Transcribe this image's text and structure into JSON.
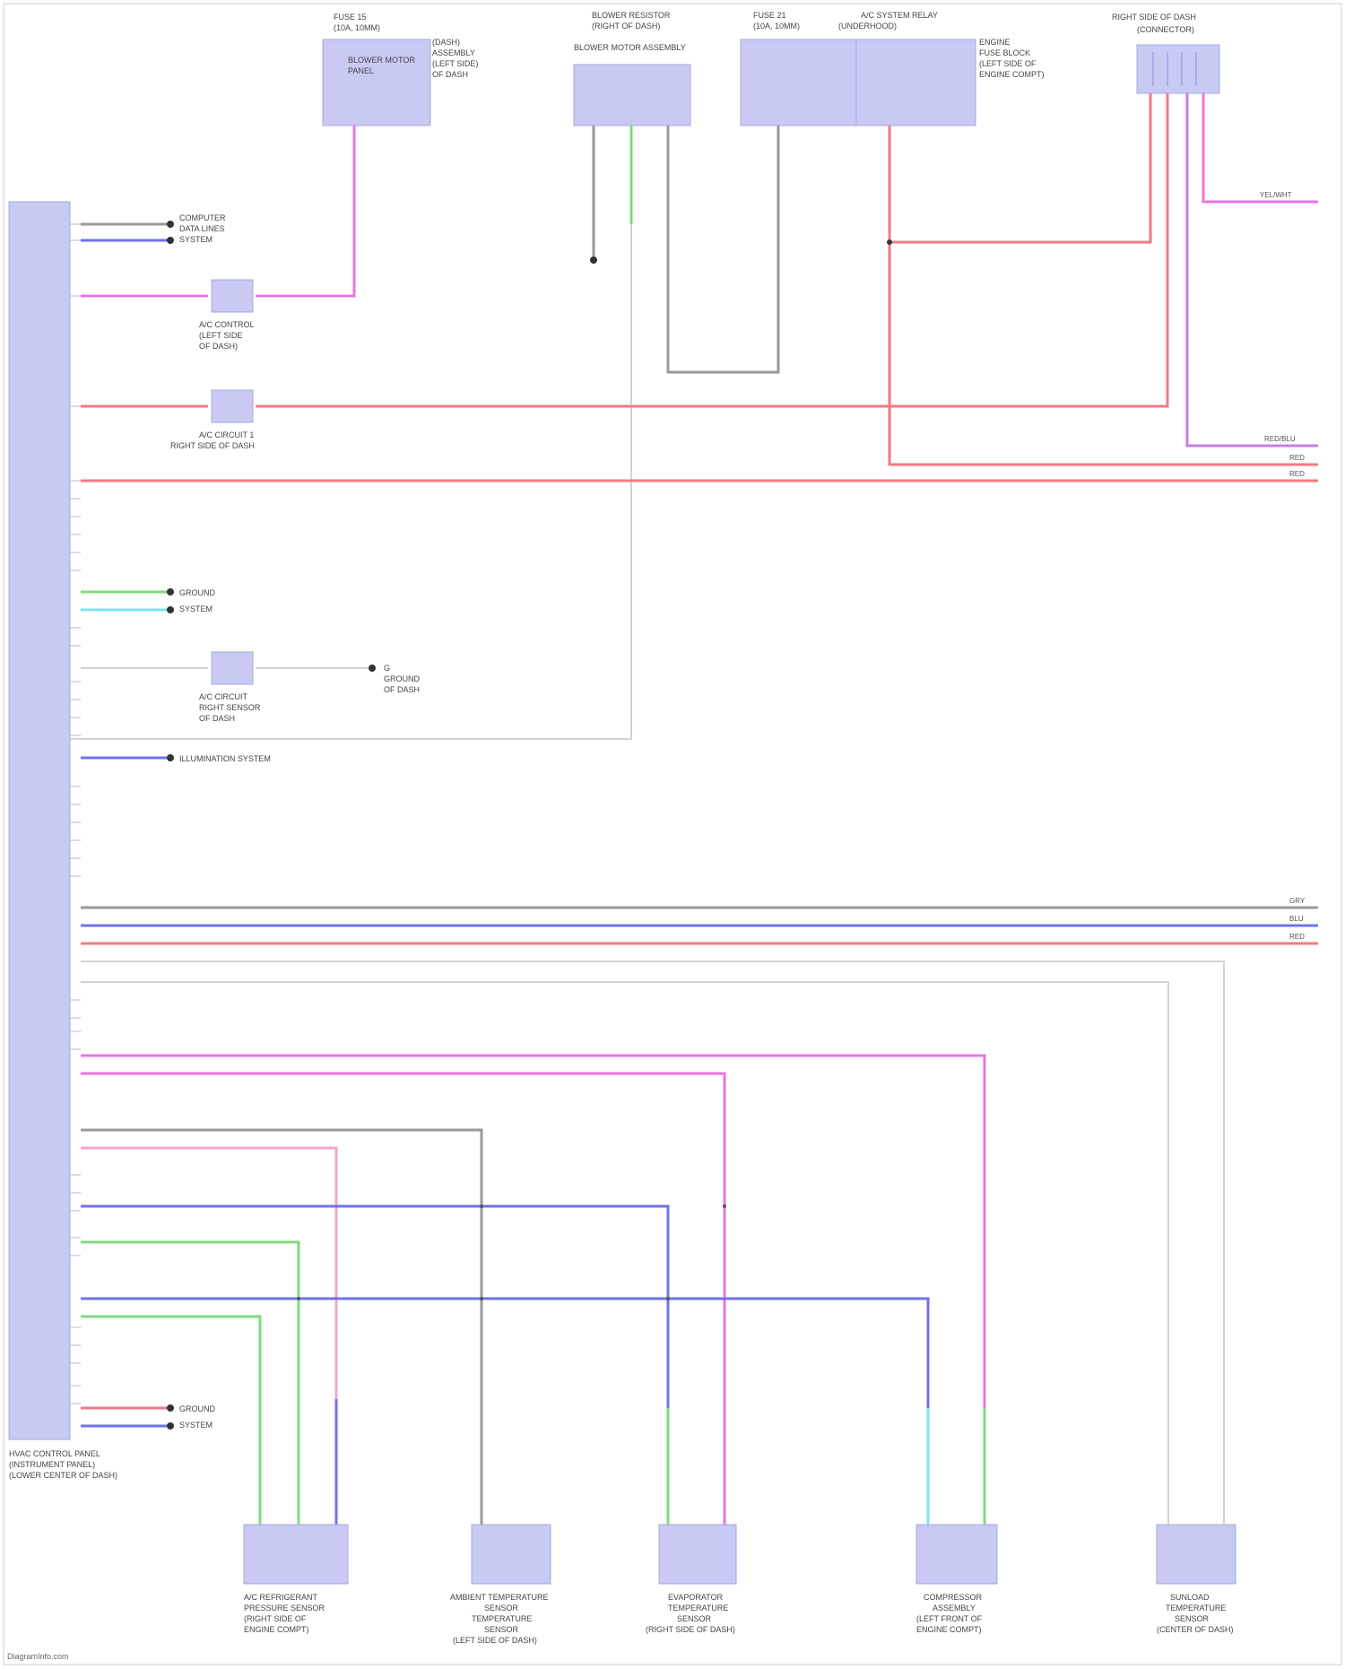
{
  "diagram": {
    "footer_text": "DiagramInfo.com",
    "ecm_label": [
      "HVAC CONTROL PANEL",
      "(INSTRUMENT PANEL)",
      "(LOWER CENTER OF DASH)"
    ],
    "top_components": [
      {
        "id": "fuse-b",
        "lines": [
          "FUSE 15",
          "(10A, 10MM)",
          "BLOWER MOTOR",
          "PANEL"
        ],
        "side": [
          "(DASH)",
          "ASSEMBLY",
          "(LEFT SIDE)",
          "OF DASH"
        ]
      },
      {
        "id": "blower",
        "lines": [
          "BLOWER RESISTOR",
          "(RIGHT OF DASH)",
          "BLOWER MOTOR ASSEMBLY"
        ],
        "side": []
      },
      {
        "id": "fuse-c",
        "lines": [
          "FUSE 21",
          "(10A, 10MM)"
        ],
        "side": []
      },
      {
        "id": "relay",
        "lines": [
          "A/C SYSTEM RELAY",
          "(UNDERHOOD)"
        ],
        "side": [
          "ENGINE",
          "FUSE BLOCK",
          "(LEFT SIDE OF",
          "ENGINE COMPT)"
        ]
      },
      {
        "id": "conn-right",
        "lines": [
          "RIGHT SIDE OF DASH",
          "(CONNECTOR)"
        ],
        "side": []
      }
    ],
    "bottom_components": [
      {
        "id": "pressure-sensor",
        "lines": [
          "A/C REFRIGERANT",
          "PRESSURE SENSOR",
          "(RIGHT SIDE OF",
          "ENGINE COMPT)"
        ]
      },
      {
        "id": "ambient-sensor",
        "lines": [
          "AMBIENT TEMPERATURE",
          "SENSOR",
          "TEMPERATURE",
          "SENSOR",
          "(LEFT SIDE OF DASH)"
        ]
      },
      {
        "id": "evap-sensor",
        "lines": [
          "EVAPORATOR",
          "TEMPERATURE",
          "SENSOR",
          "(RIGHT SIDE OF DASH)"
        ]
      },
      {
        "id": "compressor",
        "lines": [
          "COMPRESSOR",
          "ASSEMBLY",
          "(LEFT FRONT OF",
          "ENGINE COMPT)"
        ]
      },
      {
        "id": "sunload-sensor",
        "lines": [
          "SUNLOAD",
          "TEMPERATURE",
          "SENSOR",
          "(CENTER OF DASH)"
        ]
      }
    ],
    "side_connections": [
      {
        "id": "data-link",
        "lines": [
          "COMPUTER",
          "DATA LINES",
          "SYSTEM"
        ]
      },
      {
        "id": "ground-a",
        "lines": [
          "GROUND",
          "SYSTEM"
        ]
      },
      {
        "id": "ground-b",
        "lines": [
          "G",
          "GROUND",
          "OF DASH"
        ]
      },
      {
        "id": "illum",
        "lines": [
          "ILLUMINATION SYSTEM"
        ]
      },
      {
        "id": "ground-c",
        "lines": [
          "GROUND",
          "SYSTEM"
        ]
      }
    ],
    "inline_connectors": [
      {
        "id": "c1",
        "lines": [
          "A/C CONTROL",
          "(LEFT SIDE",
          "OF DASH)"
        ]
      },
      {
        "id": "c2",
        "lines": [
          "A/C CIRCUIT 1",
          "RIGHT SIDE OF DASH"
        ]
      },
      {
        "id": "c3",
        "lines": [
          "A/C CIRCUIT",
          "RIGHT SENSOR",
          "OF DASH"
        ]
      }
    ],
    "right_edge_labels": [
      "YEL/WHT",
      "RED/BLU",
      "RED",
      "RED",
      "GRY",
      "BLU",
      "RED"
    ]
  },
  "colors": {
    "red": "#f07a84",
    "pink": "#ea74e0",
    "violet": "#c77fe0",
    "blue": "#6f72ee",
    "green": "#7fdc7a",
    "cyan": "#7fe4ec",
    "gray": "#9a9a9a",
    "lightgray": "#d2d2d2",
    "box": "#c8caf3"
  }
}
